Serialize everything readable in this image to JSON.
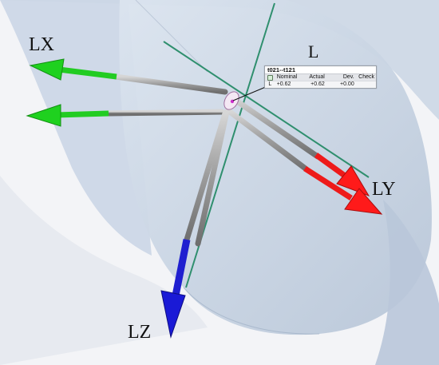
{
  "labels": {
    "lx": "LX",
    "l": "L",
    "ly": "LY",
    "lz": "LZ"
  },
  "measurement": {
    "title": "t021--t121",
    "header_icon": "measure-icon",
    "columns": [
      "Nominal",
      "Actual",
      "Dev.",
      "Check"
    ],
    "row": {
      "name": "L",
      "nominal": "+0.62",
      "actual": "+0.62",
      "dev": "+0.00",
      "check": ""
    }
  },
  "colors": {
    "x_axis": "#1fd11f",
    "y_axis": "#ff1a1a",
    "z_axis": "#1a1ad6",
    "line": "#2f8f6e",
    "surface": "#c5d3e4"
  }
}
